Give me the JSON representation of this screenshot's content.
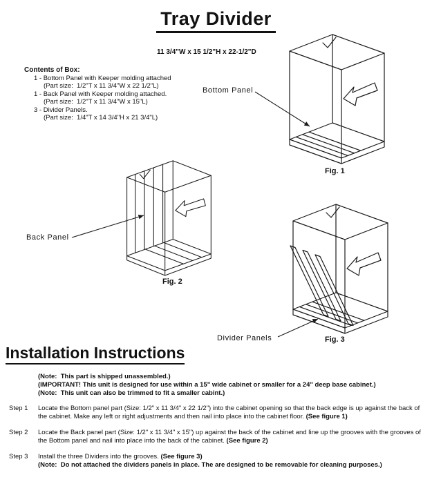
{
  "page": {
    "title": "Tray Divider",
    "dimensions": "11 3/4\"W x 15 1/2\"H x 22-1/2\"D"
  },
  "contents": {
    "heading": "Contents of Box:",
    "items": [
      {
        "line": "1 - Bottom Panel with Keeper molding attached",
        "part_size": "(Part size:  1/2\"T x 11 3/4\"W x 22 1/2\"L)"
      },
      {
        "line": "1 - Back Panel with Keeper molding attached.",
        "part_size": "(Part size:  1/2\"T x 11 3/4\"W x 15\"L)"
      },
      {
        "line": "3 - Divider Panels.",
        "part_size": "(Part size:  1/4\"T x 14 3/4\"H x 21 3/4\"L)"
      }
    ]
  },
  "figures": [
    {
      "caption": "Fig. 1",
      "label": "Bottom Panel"
    },
    {
      "caption": "Fig. 2",
      "label": "Back Panel"
    },
    {
      "caption": "Fig. 3",
      "label": "Divider Panels"
    }
  ],
  "installation": {
    "heading": "Installation Instructions",
    "notes": [
      "(Note:  This part is shipped unassembled.)",
      "(IMPORTANT! This unit is designed for use within a 15\" wide cabinet or smaller for a 24\" deep base cabinet.)",
      "(Note:  This unit can also be trimmed to fit a smaller cabint.)"
    ],
    "steps": [
      {
        "label": "Step 1",
        "text": "Locate the Bottom panel part (Size: 1/2\" x 11 3/4\" x 22 1/2\") into the cabinet opening so that the back edge is up against the back of the cabinet. Make any left or right adjustments and then nail into place into the cabinet floor.",
        "see": "(See figure 1)",
        "note": ""
      },
      {
        "label": "Step 2",
        "text": "Locate the Back panel part (Size: 1/2\" x 11 3/4\" x 15\") up against the back of the cabinet and line up the grooves with the grooves of the Bottom panel and nail into place into the back of the cabinet.",
        "see": "(See figure 2)",
        "note": ""
      },
      {
        "label": "Step 3",
        "text": "Install the three Dividers into the grooves.",
        "see": "(See figure 3)",
        "note": "(Note:  Do not attached the dividers panels in place. The are designed to be removable for cleaning purposes.)"
      }
    ]
  }
}
